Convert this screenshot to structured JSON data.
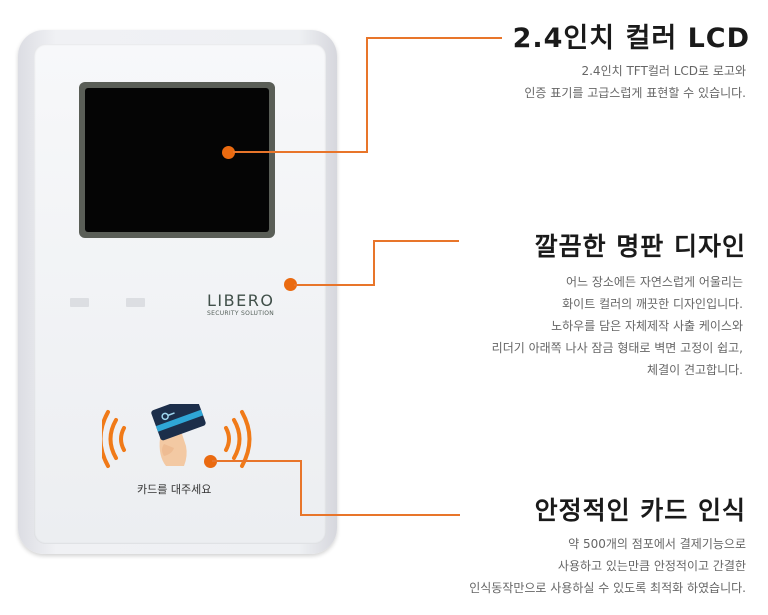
{
  "device": {
    "logo_brand": "LIBERO",
    "logo_tagline": "SECURITY SOLUTION",
    "card_prompt": "카드를 대주세요"
  },
  "features": [
    {
      "title": "2.4인치 컬러 LCD",
      "lines": [
        "2.4인치 TFT컬러 LCD로 로고와",
        "인증 표기를 고급스럽게 표현할 수 있습니다."
      ]
    },
    {
      "title": "깔끔한 명판 디자인",
      "lines": [
        "어느 장소에든 자연스럽게 어울리는",
        "화이트 컬러의 깨끗한 디자인입니다.",
        "노하우를 담은 자체제작 사출 케이스와",
        "리더기 아래쪽 나사 잠금 형태로 벽면 고정이 쉽고,",
        "체결이 견고합니다."
      ]
    },
    {
      "title": "안정적인 카드 인식",
      "lines": [
        "약 500개의 점포에서 결제기능으로",
        "사용하고 있는만큼 안정적이고 간결한",
        "인식동작만으로 사용하실 수 있도록 최적화 하였습니다."
      ]
    }
  ],
  "colors": {
    "accent": "#ea6a10",
    "heading": "#1a1a1a",
    "body": "#666666"
  }
}
